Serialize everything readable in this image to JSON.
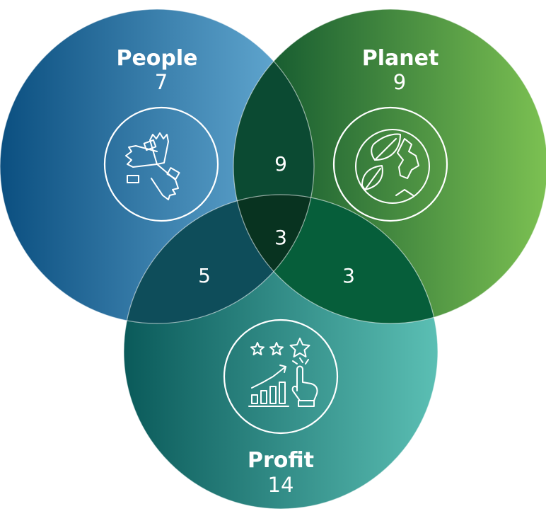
{
  "sets": {
    "people": {
      "title": "People",
      "count": "7",
      "icon": "hands-teamwork-icon",
      "color_from": "#0b4f80",
      "color_to": "#6ab0d8"
    },
    "planet": {
      "title": "Planet",
      "count": "9",
      "icon": "earth-leaves-icon",
      "color_from": "#0a4f2c",
      "color_to": "#7cc152"
    },
    "profit": {
      "title": "Profit",
      "count": "14",
      "icon": "stars-growth-chart-icon",
      "color_from": "#0a5a5a",
      "color_to": "#5bbfb4"
    }
  },
  "overlaps": {
    "people_planet": "9",
    "people_profit": "5",
    "planet_profit": "3",
    "all_three": "3"
  }
}
